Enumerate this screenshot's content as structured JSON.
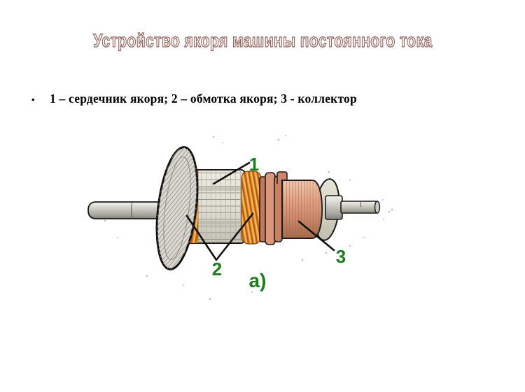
{
  "slide": {
    "title": {
      "text": "Устройство якоря машины постоянного тока"
    },
    "legend": {
      "marker": "•",
      "text": "1 – сердечник якоря; 2 – обмотка якоря; 3 - коллектор"
    },
    "figure": {
      "labels": {
        "core": "1",
        "winding": "2",
        "commutator": "3"
      },
      "caption": "а)"
    },
    "colors": {
      "background": "#ffffff",
      "title_outline": "#8d5f57",
      "title_fill": "#fcf6f4",
      "legend_text": "#000000",
      "label_green": "#1e7d1f",
      "winding_orange": "#ee9a3a",
      "commutator_copper": "#d8957a",
      "rings_salmon": "#c98163",
      "metal_gray": "#cfcfc8"
    }
  }
}
